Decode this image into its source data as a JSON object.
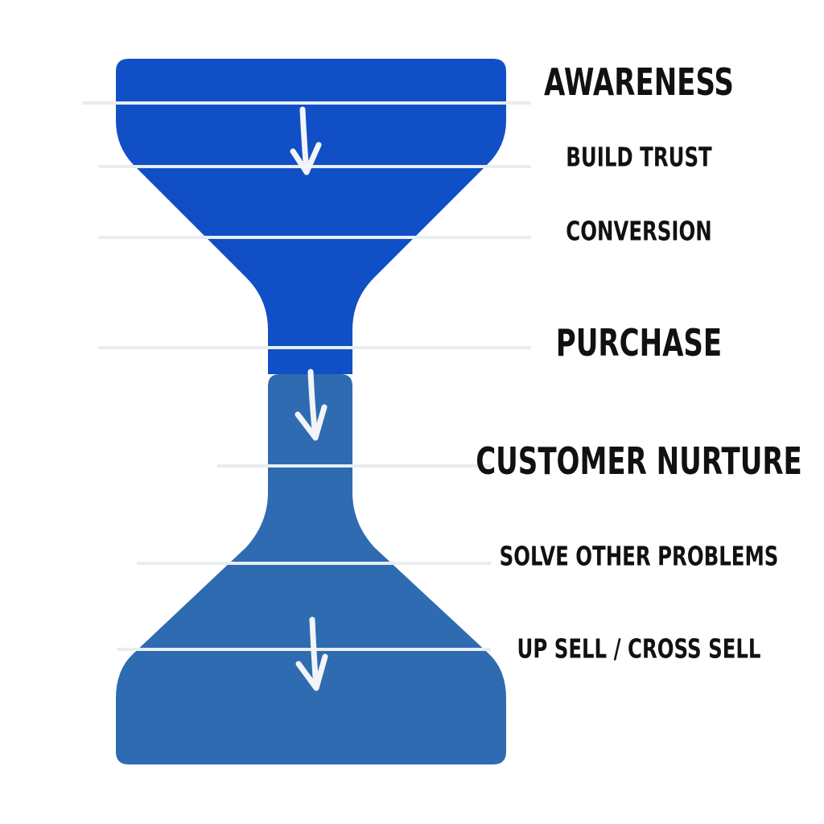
{
  "colors": {
    "top_bulb": "#114fc6",
    "bottom_bulb": "#2e6bb1",
    "divider_line": "#e9edf1",
    "arrow": "#f2f4f7",
    "label_text": "#111111"
  },
  "stages": [
    {
      "label": "AWARENESS",
      "emphasis": "large"
    },
    {
      "label": "BUILD TRUST",
      "emphasis": "small"
    },
    {
      "label": "CONVERSION",
      "emphasis": "small"
    },
    {
      "label": "PURCHASE",
      "emphasis": "large"
    },
    {
      "label": "CUSTOMER NURTURE",
      "emphasis": "large"
    },
    {
      "label": "SOLVE OTHER PROBLEMS",
      "emphasis": "small"
    },
    {
      "label": "UP SELL / CROSS SELL",
      "emphasis": "small"
    }
  ],
  "icons": [
    "down-arrow-icon",
    "down-arrow-icon",
    "down-arrow-icon"
  ]
}
